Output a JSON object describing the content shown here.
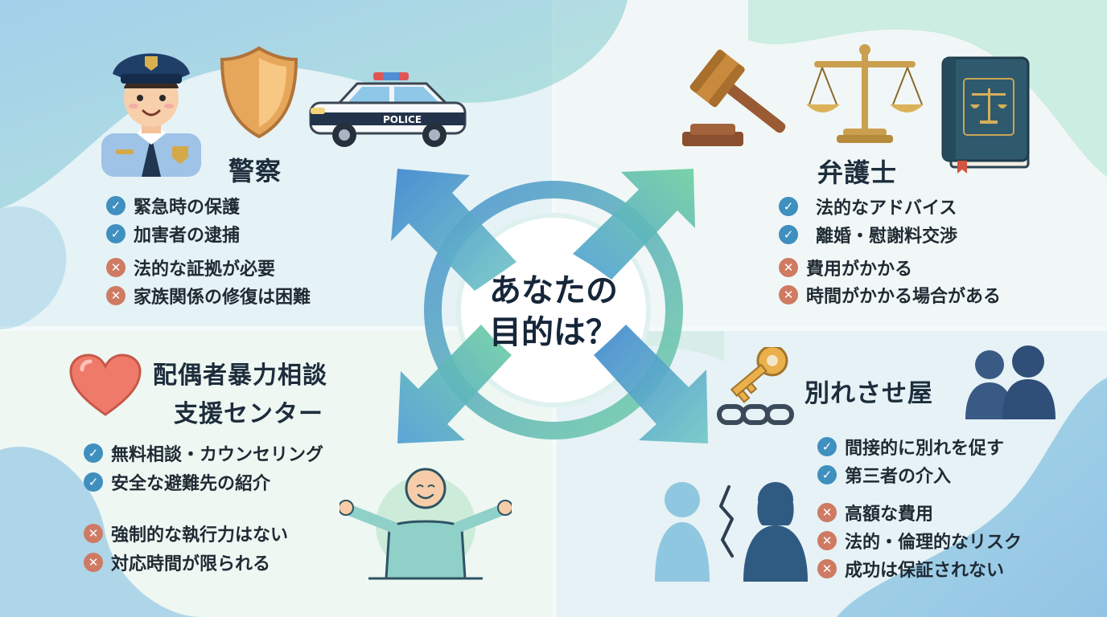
{
  "center": {
    "line1": "あなたの",
    "line2": "目的は？"
  },
  "police": {
    "title": "警察",
    "pros": [
      "緊急時の保護",
      "加害者の逮捕"
    ],
    "cons": [
      "法的な証拠が必要",
      "家族関係の修復は困難"
    ],
    "car_label": "POLICE"
  },
  "lawyer": {
    "title": "弁護士",
    "pros": [
      "法的なアドバイス",
      "離婚・慰謝料交渉"
    ],
    "cons": [
      "費用がかかる",
      "時間がかかる場合がある"
    ]
  },
  "support_center": {
    "title_line1": "配偶者暴力相談",
    "title_line2": "支援センター",
    "pros": [
      "無料相談・カウンセリング",
      "安全な避難先の紹介"
    ],
    "cons": [
      "強制的な執行力はない",
      "対応時間が限られる"
    ]
  },
  "breakup_agent": {
    "title": "別れさせ屋",
    "pros": [
      "間接的に別れを促す",
      "第三者の介入"
    ],
    "cons": [
      "高額な費用",
      "法的・倫理的なリスク",
      "成功は保証されない"
    ]
  },
  "icons": {
    "check": "check-icon",
    "cross": "cross-icon",
    "police_officer": "police-officer-icon",
    "shield": "shield-icon",
    "police_car": "police-car-icon",
    "gavel": "gavel-icon",
    "scales": "scales-of-justice-icon",
    "law_book": "law-book-icon",
    "heart": "heart-icon",
    "person": "relieved-person-icon",
    "key": "key-icon",
    "chain": "chain-icon",
    "couple": "couple-silhouette-icon",
    "separated_couple": "separated-couple-icon"
  },
  "colors": {
    "pro": "#3f8fbf",
    "con": "#cf7a63",
    "arrow_blue": "#4c8fd0",
    "arrow_green": "#63c7a2"
  }
}
